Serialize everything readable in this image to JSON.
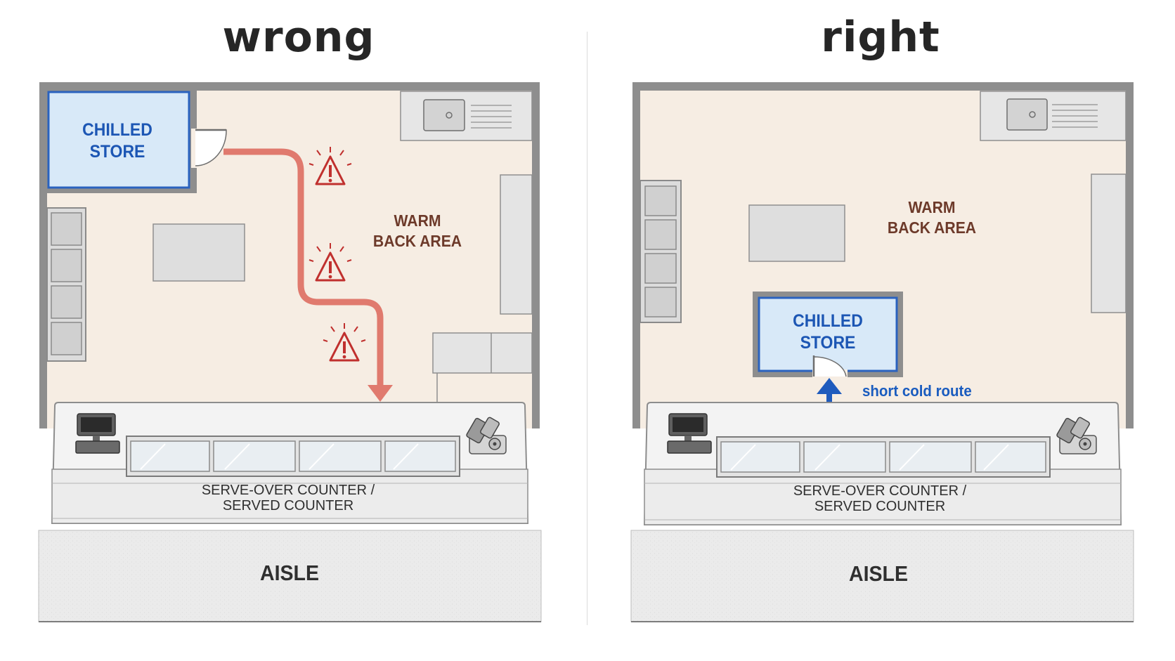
{
  "panels": {
    "wrong": {
      "heading": "wrong",
      "chilled_store": [
        "CHILLED",
        "STORE"
      ],
      "warm_area": [
        "WARM",
        "BACK AREA"
      ],
      "counter": [
        "SERVE-OVER COUNTER /",
        "SERVED COUNTER"
      ],
      "aisle": "AISLE",
      "route_icon": "red-route-arrow-icon",
      "hazard_icon": "warning-triangle-icon"
    },
    "right": {
      "heading": "right",
      "chilled_store": [
        "CHILLED",
        "STORE"
      ],
      "warm_area": [
        "WARM",
        "BACK AREA"
      ],
      "counter": [
        "SERVE-OVER COUNTER /",
        "SERVED COUNTER"
      ],
      "aisle": "AISLE",
      "route_label": "short cold route",
      "route_icon": "double-arrow-icon"
    }
  },
  "colors": {
    "warm_floor": "#f6ede3",
    "chilled_fill": "#d8e9f8",
    "chilled_border": "#2a62bf",
    "route_wrong": "#e07a6e",
    "hazard": "#c0302e",
    "route_right": "#1f5bbd",
    "wall": "#8d8d8d",
    "aisle": "#ebebeb"
  }
}
